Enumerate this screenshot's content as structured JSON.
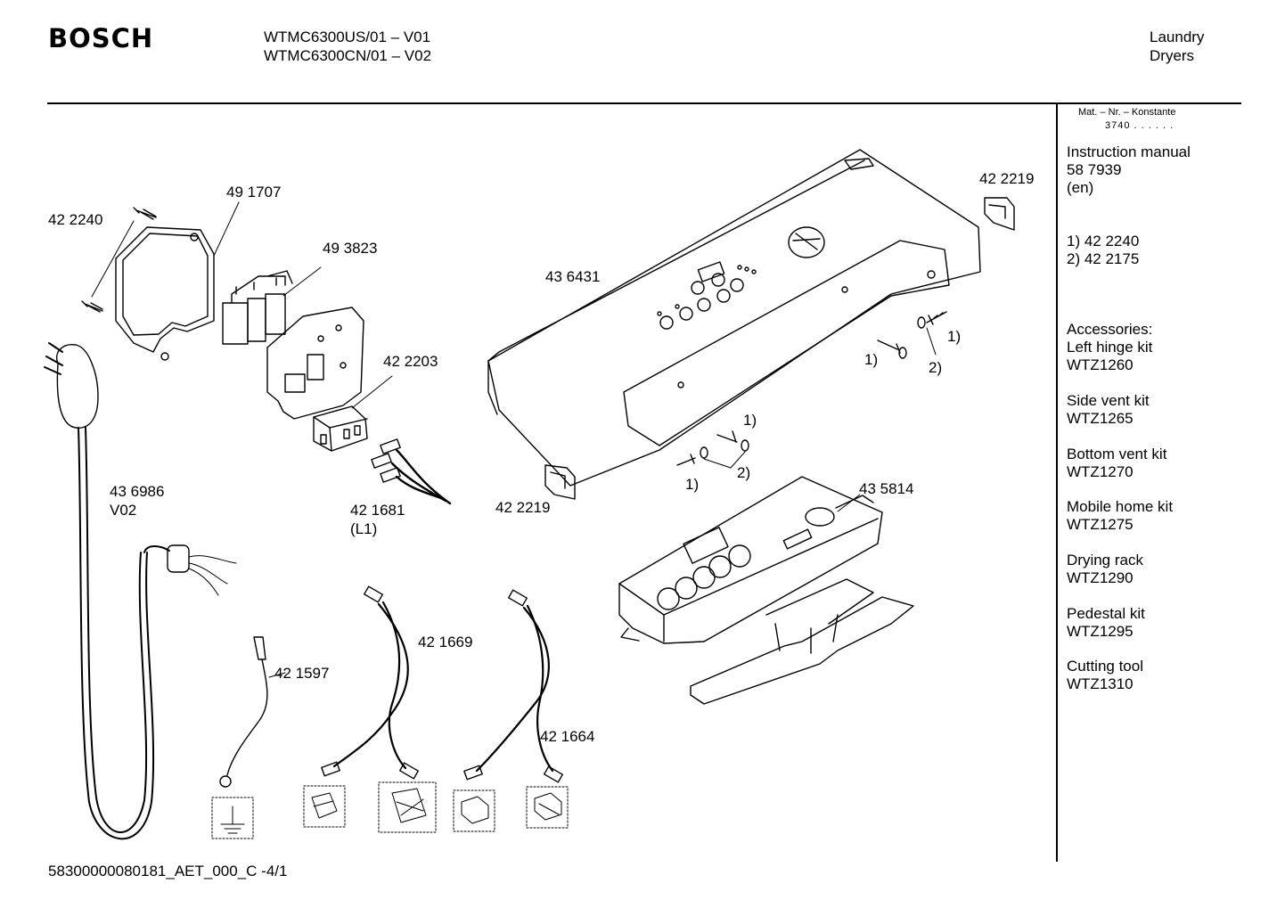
{
  "header": {
    "brand": "BOSCH",
    "model_line_1": "WTMC6300US/01 – V01",
    "model_line_2": "WTMC6300CN/01 – V02",
    "category_line_1": "Laundry",
    "category_line_2": "Dryers"
  },
  "sidebar": {
    "mat_label": "Mat. – Nr. – Konstante",
    "mat_value": "3740 . . . . . .",
    "manual_title": "Instruction manual",
    "manual_number": "58 7939",
    "manual_lang": "(en)",
    "note_1": "1)  42 2240",
    "note_2": "2)  42 2175",
    "accessories_title": "Accessories:",
    "accessories": [
      {
        "name": "Left hinge kit",
        "code": "WTZ1260"
      },
      {
        "name": "Side vent kit",
        "code": "WTZ1265"
      },
      {
        "name": "Bottom vent kit",
        "code": "WTZ1270"
      },
      {
        "name": "Mobile home kit",
        "code": "WTZ1275"
      },
      {
        "name": "Drying rack",
        "code": "WTZ1290"
      },
      {
        "name": "Pedestal kit",
        "code": "WTZ1295"
      },
      {
        "name": "Cutting tool",
        "code": "WTZ1310"
      }
    ]
  },
  "parts": {
    "p_422240": "42 2240",
    "p_491707": "49 1707",
    "p_493823": "49 3823",
    "p_436431": "43 6431",
    "p_422219_top": "42 2219",
    "p_422203": "42 2203",
    "p_436986": "43 6986",
    "p_436986_v": "V02",
    "p_421681": "42 1681",
    "p_421681_v": "(L1)",
    "p_422219_bottom": "42 2219",
    "p_435814": "43 5814",
    "p_421669": "42 1669",
    "p_421597": "42 1597",
    "p_421664": "42 1664",
    "fn1_a": "1)",
    "fn1_b": "1)",
    "fn2_a": "2)",
    "fn1_c": "1)",
    "fn1_d": "1)",
    "fn2_b": "2)"
  },
  "footer": {
    "code": "58300000080181_AET_000_C -4/1"
  }
}
